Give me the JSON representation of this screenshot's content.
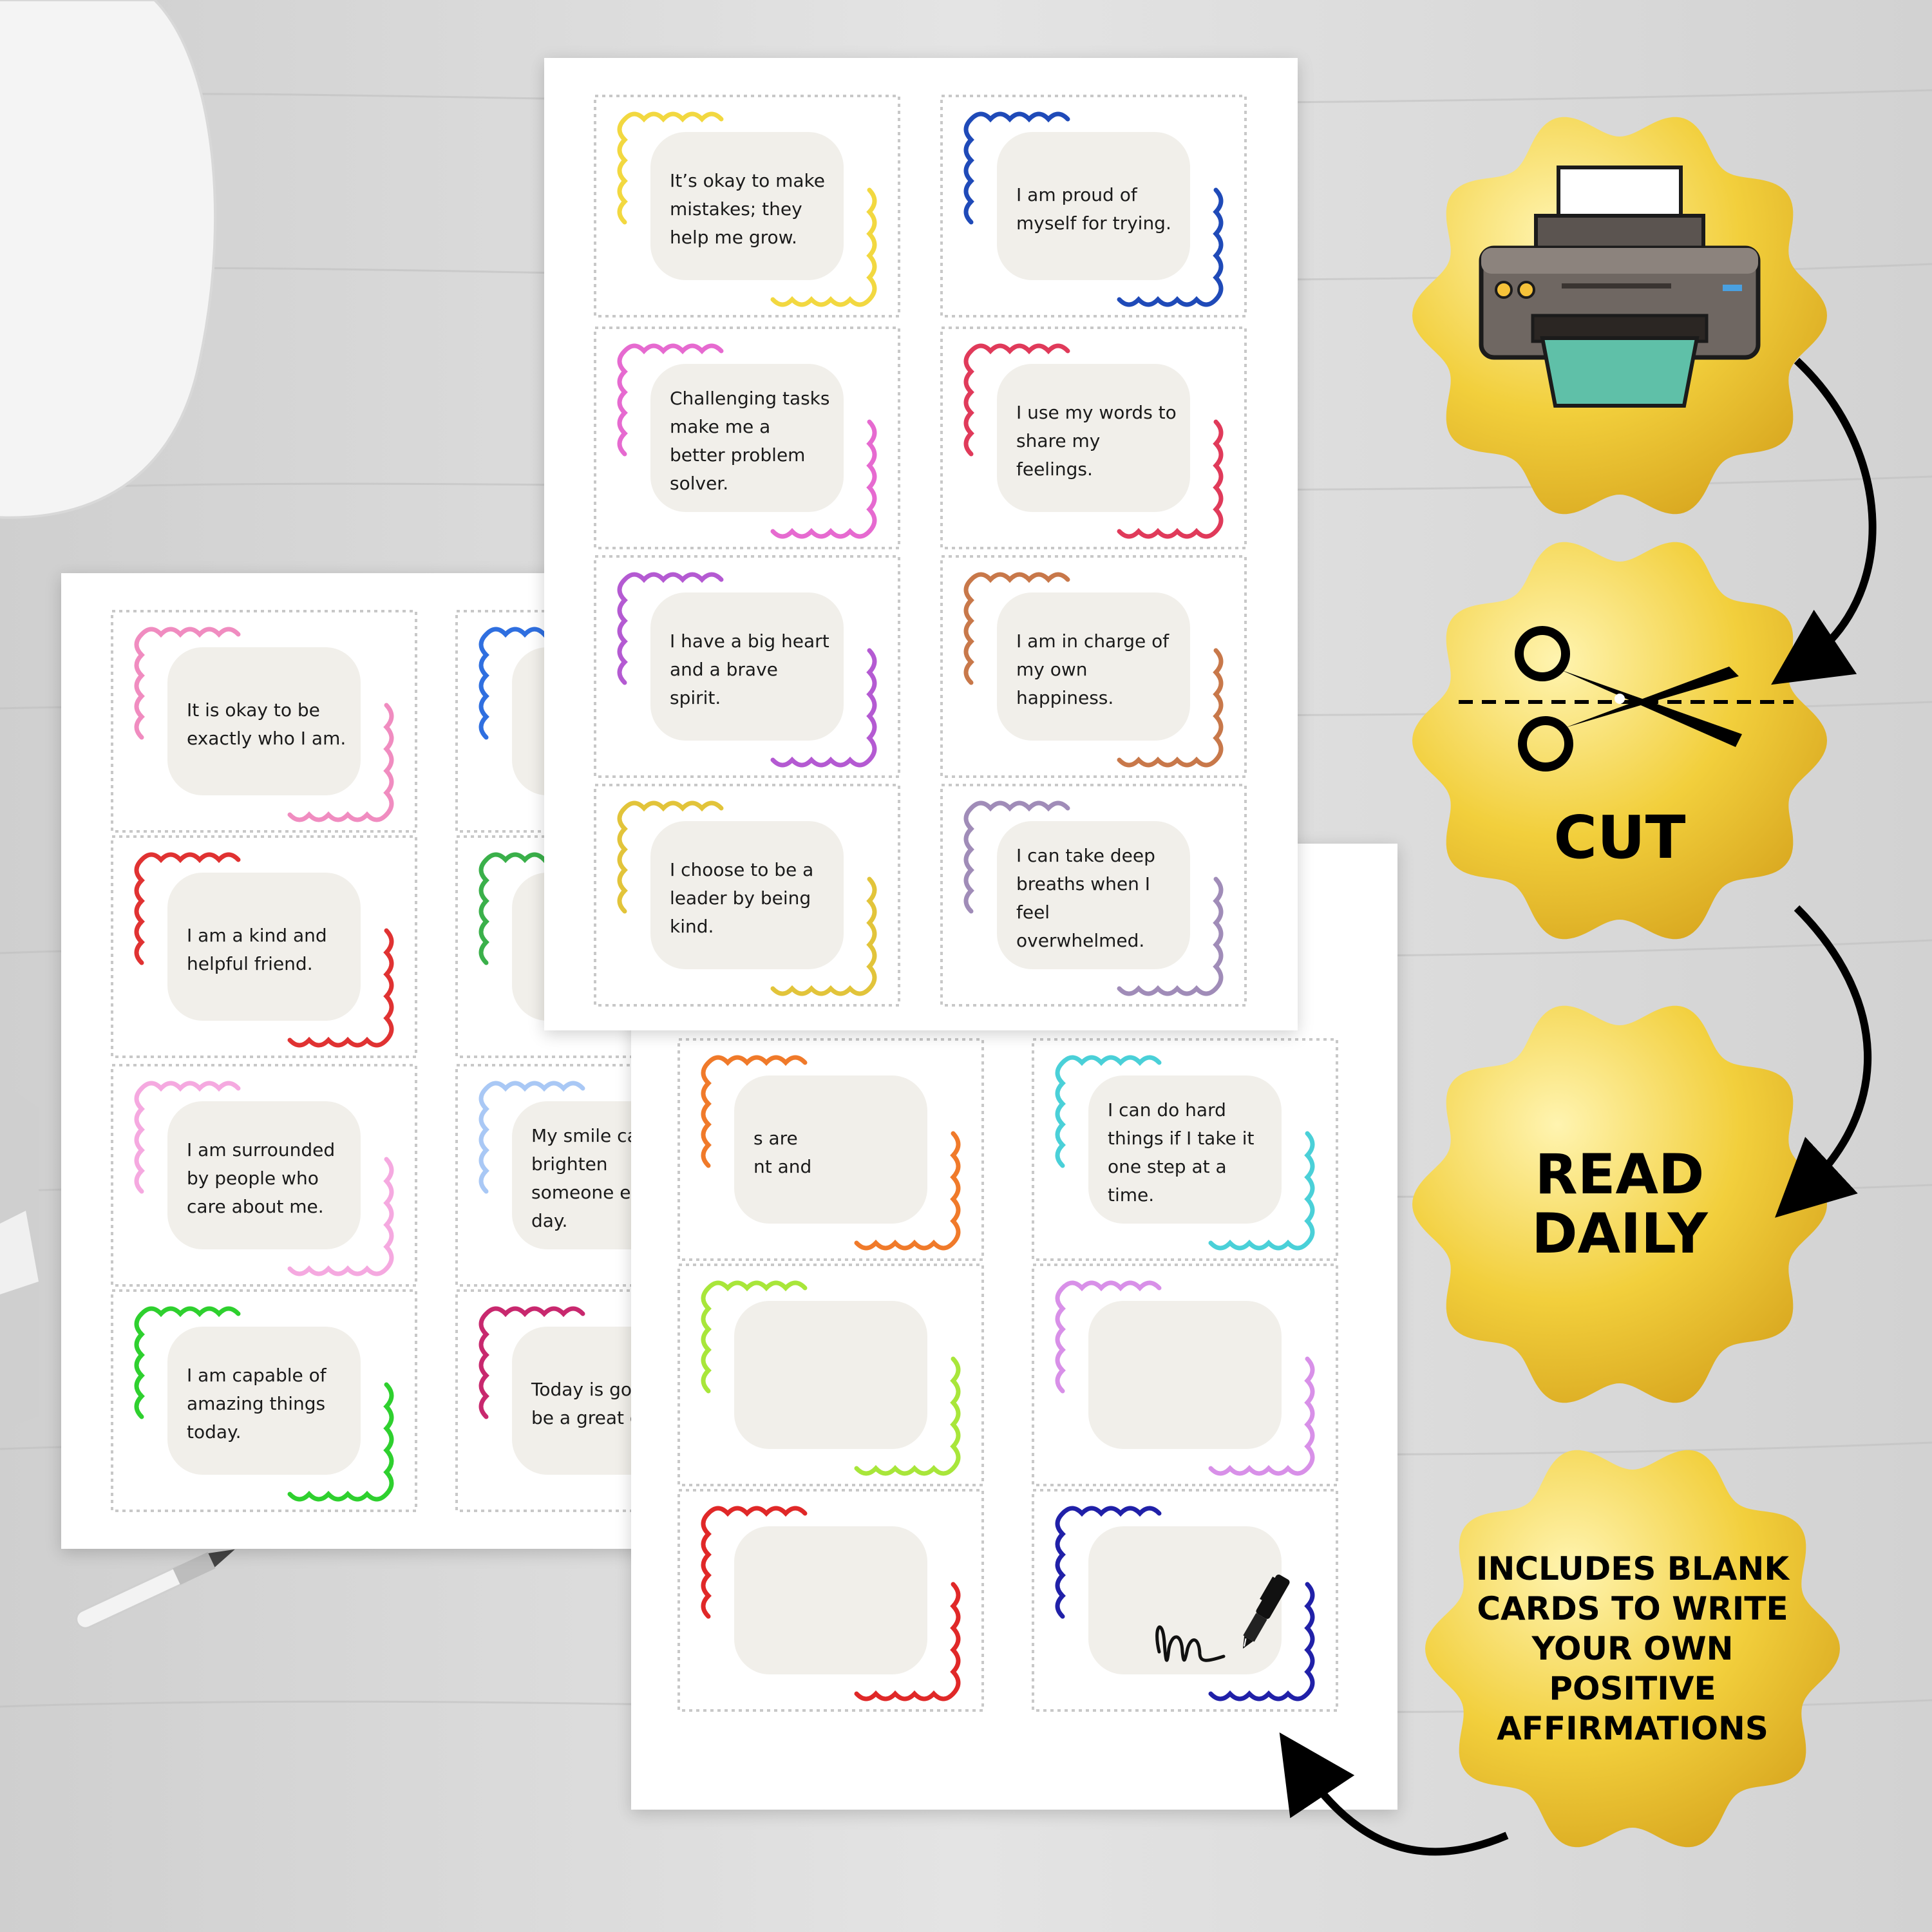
{
  "colors": {
    "gold": "#f2cf3c",
    "gold_light": "#fff4b0",
    "gold_dark": "#d7a51e",
    "pill": "#f1efea",
    "dots": "#c8c8c8"
  },
  "steps": {
    "print_icon": "printer-icon",
    "cut_icon": "scissors-icon",
    "cut_label": "CUT",
    "read_label": "READ\nDAILY",
    "blank_label": "INCLUDES BLANK\nCARDS TO WRITE\nYOUR OWN\nPOSITIVE\nAFFIRMATIONS"
  },
  "sheet_left": {
    "cards": [
      {
        "text": "It is okay to be exactly who I am.",
        "color": "#f08cc0"
      },
      {
        "text": "",
        "color": "#2f6fe0"
      },
      {
        "text": "I am a kind and helpful friend.",
        "color": "#e03232"
      },
      {
        "text": "",
        "color": "#3ab04a"
      },
      {
        "text": "I am surrounded by people who care about me.",
        "color": "#f5a9e0"
      },
      {
        "text": "My smile can brighten someone else’s day.",
        "color": "#a9c8f5"
      },
      {
        "text": "I am capable of amazing things today.",
        "color": "#2ed02e"
      },
      {
        "text": "Today is going to be a great day.",
        "color": "#c8286e"
      }
    ]
  },
  "sheet_top": {
    "cards": [
      {
        "text": "It’s okay to make mistakes; they help me grow.",
        "color": "#f2d840"
      },
      {
        "text": "I am proud of myself for trying.",
        "color": "#1f4ab8"
      },
      {
        "text": "Challenging tasks make me a better problem solver.",
        "color": "#e66ad0"
      },
      {
        "text": "I use my words to share my feelings.",
        "color": "#e03a5a"
      },
      {
        "text": "I have a big heart and a brave spirit.",
        "color": "#b45ad2"
      },
      {
        "text": "I am in charge of my own happiness.",
        "color": "#c8784a"
      },
      {
        "text": "I choose to be a leader by being kind.",
        "color": "#e2c43a"
      },
      {
        "text": "I can take deep breaths when I feel overwhelmed.",
        "color": "#a08cb8"
      }
    ]
  },
  "sheet_right": {
    "cards": [
      {
        "text": "s are\nnt and",
        "color": "#f07a2a"
      },
      {
        "text": "I can do hard things if I take it one step at a time.",
        "color": "#4ad0d8"
      },
      {
        "text": "",
        "color": "#a8e63a"
      },
      {
        "text": "",
        "color": "#d890e8"
      },
      {
        "text": "",
        "color": "#e02828"
      },
      {
        "text": "",
        "color": "#2020a8"
      }
    ],
    "pen_icon": "pen-signature-icon"
  }
}
